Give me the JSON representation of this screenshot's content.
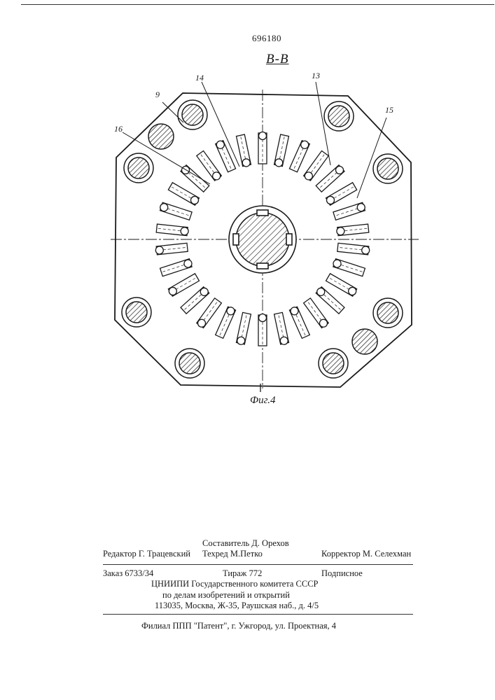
{
  "header": {
    "patent_number": "696180",
    "section_label": "В-В"
  },
  "drawing": {
    "callouts": [
      "9",
      "14",
      "13",
      "15",
      "16"
    ],
    "caption": "Фиг.4"
  },
  "imprint": {
    "compiler": "Составитель Д. Орехов",
    "editor": "Редактор Г. Трацевский",
    "tech_editor": "Техред    М.Петко",
    "proofreader": "Корректор М. Селехман",
    "order": "Заказ 6733/34",
    "circulation": "Тираж 772",
    "subscription": "Подписное",
    "org_line1": "ЦНИИПИ Государственного комитета СССР",
    "org_line2": "по делам изобретений и открытий",
    "address": "113035, Москва, Ж-35, Раушская наб., д. 4/5",
    "branch": "Филиал ППП \"Патент\", г. Ужгород, ул. Проектная, 4"
  },
  "colors": {
    "ink": "#1a1a1a"
  }
}
